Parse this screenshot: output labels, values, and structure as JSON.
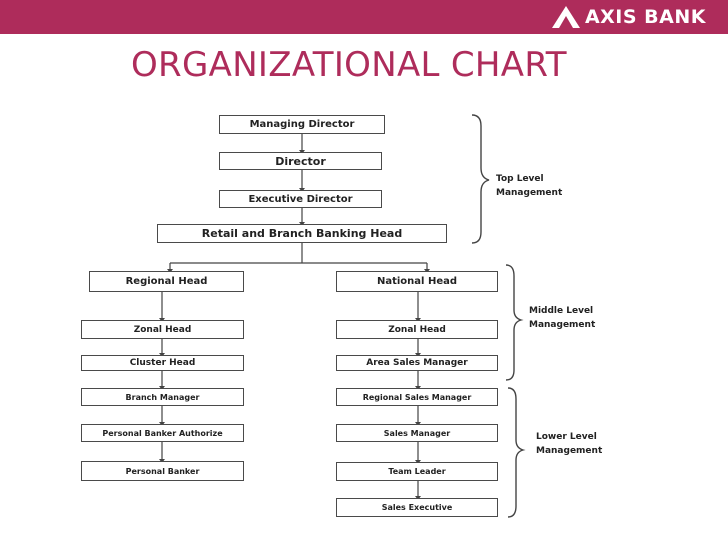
{
  "header": {
    "bank_name": "AXIS BANK",
    "brand_color": "#ae2c5b"
  },
  "title": "ORGANIZATIONAL CHART",
  "org_chart": {
    "top": {
      "managing_director": "Managing Director",
      "director": "Director",
      "executive_director": "Executive Director",
      "retail_head": "Retail and Branch Banking Head"
    },
    "left_branch": {
      "regional_head": "Regional Head",
      "zonal_head": "Zonal Head",
      "cluster_head": "Cluster Head",
      "branch_manager": "Branch Manager",
      "personal_banker_authorize": "Personal Banker Authorize",
      "personal_banker": "Personal Banker"
    },
    "right_branch": {
      "national_head": "National Head",
      "zonal_head": "Zonal Head",
      "area_sales_manager": "Area Sales Manager",
      "regional_sales_manager": "Regional Sales Manager",
      "sales_manager": "Sales Manager",
      "team_leader": "Team Leader",
      "sales_executive": "Sales Executive"
    },
    "levels": {
      "top_line1": "Top Level",
      "top_line2": "Management",
      "middle_line1": "Middle Level",
      "middle_line2": "Management",
      "lower_line1": "Lower Level",
      "lower_line2": "Management"
    }
  }
}
